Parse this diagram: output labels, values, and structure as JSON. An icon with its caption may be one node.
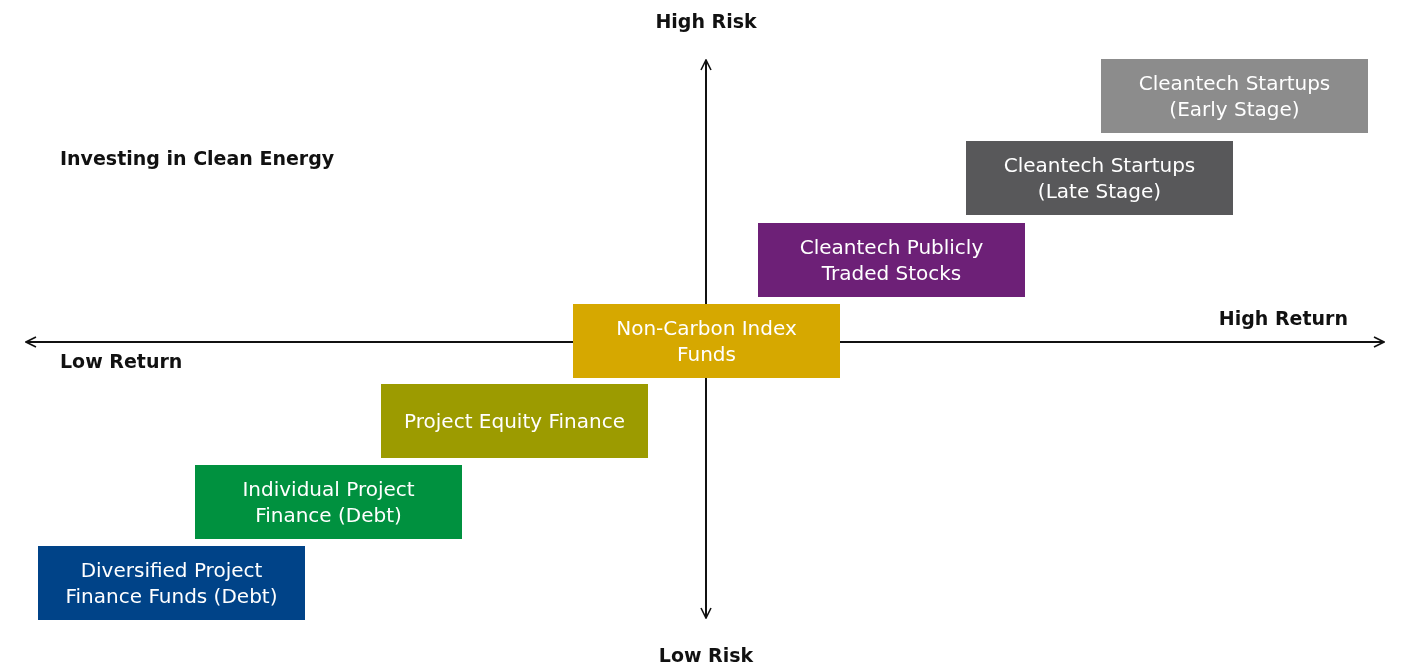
{
  "diagram": {
    "title": "Investing in Clean Energy",
    "nodes": [
      {
        "text": [
          "Cleantech Startups (Early Stage)"
        ]
      },
      {
        "text": [
          "Cleantech Startups (Late Stage)"
        ]
      },
      {
        "text": [
          "Cleantech Publicly Traded Stocks"
        ]
      },
      {
        "text": [
          "Non-Carbon Index Funds"
        ]
      },
      {
        "text": [
          "Project Equity Finance"
        ]
      },
      {
        "text": [
          "Individual Project Finance (Debt)"
        ]
      },
      {
        "text": [
          "Diversified Project Finance Funds (Debt)"
        ]
      }
    ],
    "labels": [
      "High Risk",
      "High Return",
      "Low Return",
      "Low Risk"
    ]
  }
}
